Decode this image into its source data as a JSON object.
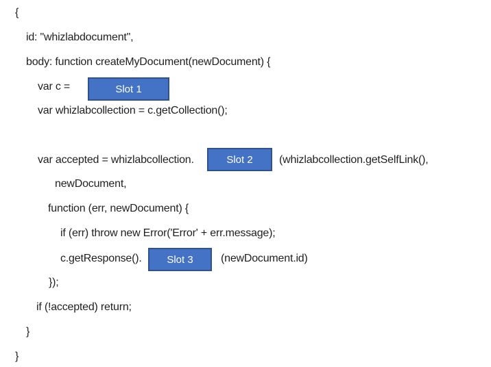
{
  "document": {
    "background": "#ffffff",
    "text_color": "#1f1f1f"
  },
  "slots": {
    "fill_color": "#4472c4",
    "border_color": "#2f528f",
    "label_color": "#ffffff",
    "items": [
      {
        "label": "Slot 1"
      },
      {
        "label": "Slot 2"
      },
      {
        "label": "Slot 3"
      }
    ]
  },
  "code": {
    "line_open_brace": "{",
    "line_id": "id: \"whizlabdocument\",",
    "line_body": "body: function createMyDocument(newDocument) {",
    "line_var_c_before_slot1": "var c =",
    "line_var_collection": "var whizlabcollection = c.getCollection();",
    "line_var_accepted_before_slot2": "var accepted = whizlabcollection.",
    "line_var_accepted_after_slot2": "(whizlabcollection.getSelfLink(),",
    "line_new_document": "newDocument,",
    "line_callback": "function (err, newDocument) {",
    "line_if_err": "if (err) throw new Error('Error' + err.message);",
    "line_get_response_before_slot3": "c.getResponse().",
    "line_get_response_after_slot3": "(newDocument.id)",
    "line_close_callback": "});",
    "line_if_not_accepted": "if (!accepted) return;",
    "line_close_body": "}",
    "line_close_brace": "}"
  }
}
